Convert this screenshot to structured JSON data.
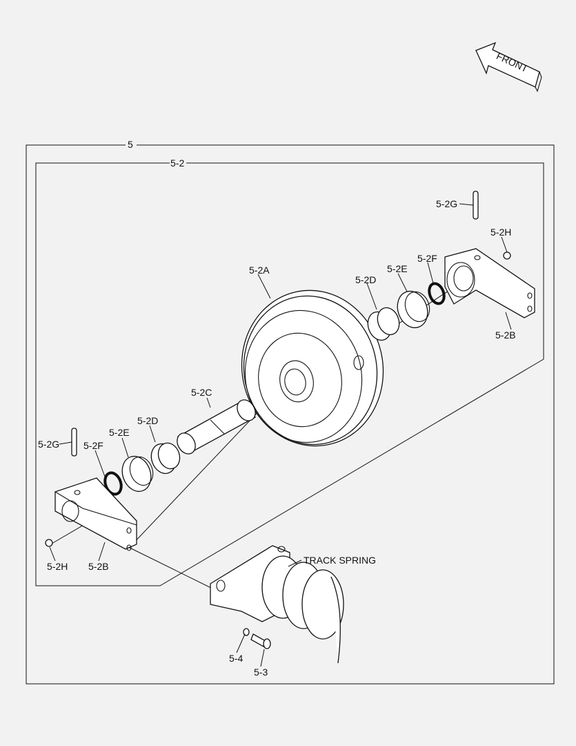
{
  "front_arrow": {
    "label": "FRONT"
  },
  "groups": {
    "outer": "5",
    "inner": "5-2"
  },
  "callouts": {
    "idler": "5-2A",
    "bracket_right": "5-2B",
    "bracket_left": "5-2B",
    "shaft": "5-2C",
    "bushing_right": "5-2D",
    "bushing_left": "5-2D",
    "seal_right": "5-2E",
    "seal_left": "5-2E",
    "oring_right": "5-2F",
    "oring_left": "5-2F",
    "pin_right": "5-2G",
    "pin_left": "5-2G",
    "plug_right": "5-2H",
    "plug_left": "5-2H",
    "bolt": "5-3",
    "washer": "5-4"
  },
  "track_spring": {
    "label": "TRACK SPRING"
  }
}
